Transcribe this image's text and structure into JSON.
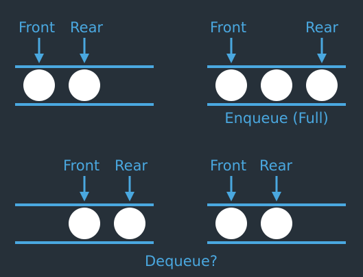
{
  "colors": {
    "background": "#263039",
    "accent": "#4aa8e0",
    "element": "#ffffff"
  },
  "panels": [
    {
      "front_label": "Front",
      "rear_label": "Rear",
      "element_count": 2,
      "caption": ""
    },
    {
      "front_label": "Front",
      "rear_label": "Rear",
      "element_count": 3,
      "caption": "Enqueue (Full)"
    },
    {
      "front_label": "Front",
      "rear_label": "Rear",
      "element_count": 2,
      "caption": ""
    },
    {
      "front_label": "Front",
      "rear_label": "Rear",
      "element_count": 2,
      "caption": ""
    }
  ],
  "footer_caption": "Dequeue?"
}
